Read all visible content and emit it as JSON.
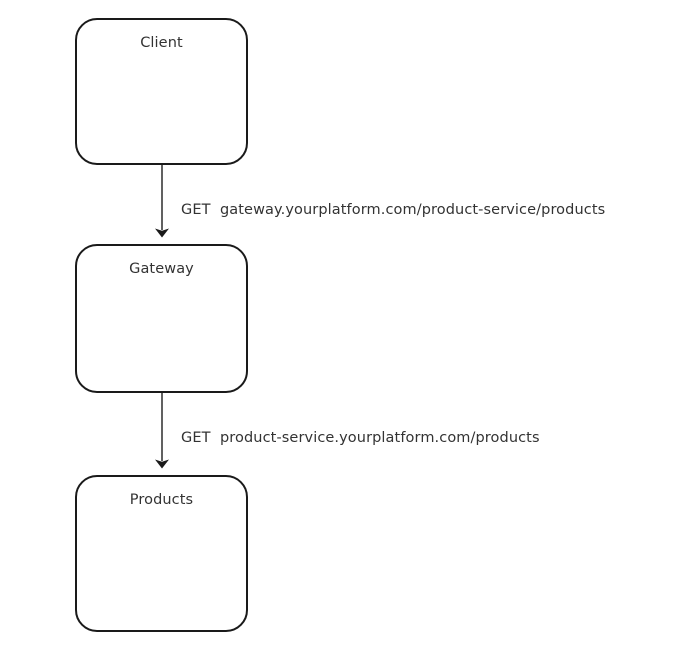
{
  "diagram": {
    "type": "flow",
    "background_color": "#ffffff",
    "stroke_color": "#1a1a1a",
    "text_color": "#333333",
    "nodes": [
      {
        "id": "client",
        "label": "Client"
      },
      {
        "id": "gateway",
        "label": "Gateway"
      },
      {
        "id": "products",
        "label": "Products"
      }
    ],
    "edges": [
      {
        "id": "client-to-gateway",
        "from": "client",
        "to": "gateway",
        "label": "GET  gateway.yourplatform.com/product-service/products",
        "method": "GET",
        "url": "gateway.yourplatform.com/product-service/products",
        "arrowhead": "solid-triangle"
      },
      {
        "id": "gateway-to-products",
        "from": "gateway",
        "to": "products",
        "label": "GET  product-service.yourplatform.com/products",
        "method": "GET",
        "url": "product-service.yourplatform.com/products",
        "arrowhead": "solid-triangle"
      }
    ]
  }
}
